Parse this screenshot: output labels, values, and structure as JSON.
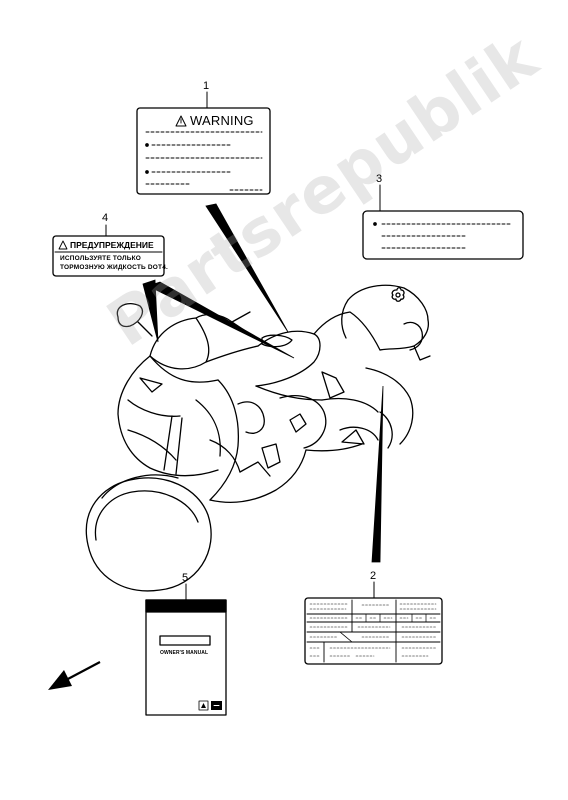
{
  "callouts": {
    "c1": "1",
    "c2": "2",
    "c3": "3",
    "c4": "4",
    "c5": "5"
  },
  "label_warning": {
    "title": "WARNING",
    "icon": "warning-triangle-icon"
  },
  "label_russian": {
    "title": "ПРЕДУПРЕЖДЕНИЕ",
    "line1": "ИСПОЛЬЗУЯТЕ ТОЛЬКО",
    "line2": "ТОРМОЗНУЮ ЖИДКОСТЬ DOT4.",
    "icon": "warning-triangle-icon"
  },
  "owners_manual": {
    "title": "OWNER'S MANUAL"
  },
  "watermark": {
    "text": "Partsrepublik"
  },
  "colors": {
    "line": "#000000",
    "watermark": "#aaaaaa"
  }
}
